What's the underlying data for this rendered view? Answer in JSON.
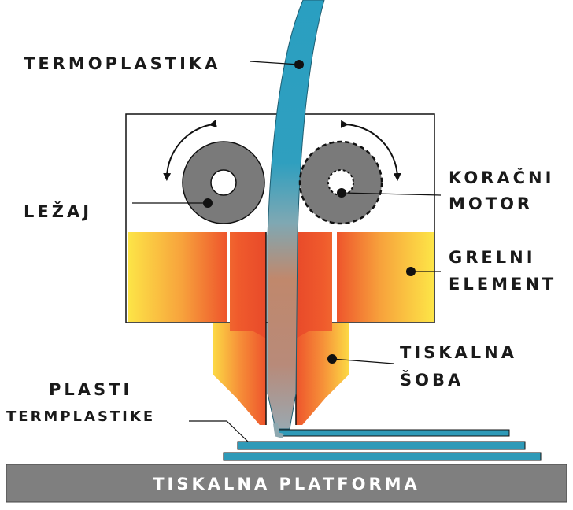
{
  "labels": {
    "termoplastika": "TERMOPLASTIKA",
    "lezaj": "LEŽAJ",
    "koracni_line1": "KORAČNI",
    "koracni_line2": "MOTOR",
    "grelni_line1": "GRELNI",
    "grelni_line2": "ELEMENT",
    "tiskalna_line1": "TISKALNA",
    "tiskalna_line2": "ŠOBA",
    "plasti_line1": "PLASTI",
    "plasti_line2": "TERMPLASTIKE",
    "platforma": "TISKALNA PLATFORMA"
  },
  "colors": {
    "filament": "#2a9fc1",
    "heater_yellow": "#fce044",
    "heater_orange": "#ef5a2c",
    "roller_gray": "#7a7a7a",
    "platform_gray": "#7f7f7f",
    "layer_blue": "#2e9ab8"
  },
  "icons": {
    "rotation_arrows": "curved-arrow-icon"
  }
}
